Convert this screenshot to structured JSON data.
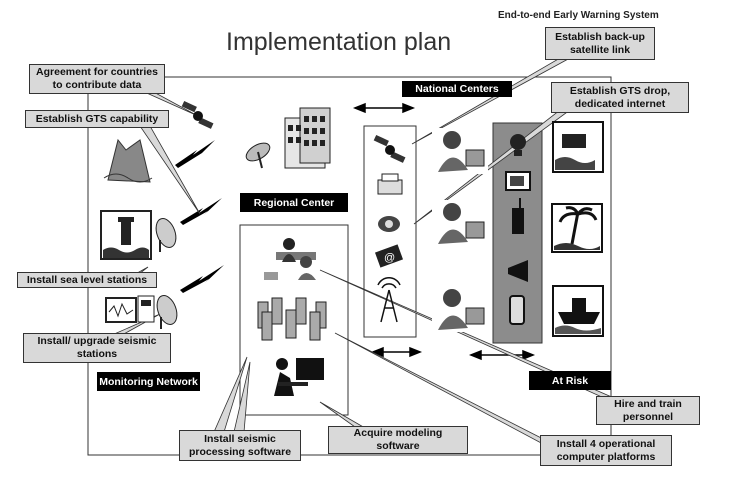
{
  "header": {
    "system_label": "End-to-end Early Warning System",
    "title": "Implementation plan"
  },
  "labels": {
    "national_centers": "National Centers",
    "regional_center": "Regional Center",
    "monitoring_network": "Monitoring Network",
    "at_risk": "At Risk"
  },
  "callouts": {
    "agreement": "Agreement for countries to contribute data",
    "gts_capability": "Establish GTS capability",
    "backup_satellite": "Establish back-up satellite link",
    "gts_drop": "Establish GTS drop, dedicated internet",
    "sea_level": "Install sea level stations",
    "seismic_stations": "Install/ upgrade seismic stations",
    "seismic_software": "Install seismic processing software",
    "modeling_software": "Acquire modeling software",
    "computer_platforms": "Install 4 operational computer platforms",
    "hire_train": "Hire and train personnel"
  },
  "colors": {
    "callout_fill": "#d9d9d9",
    "label_fill": "#000000",
    "column_gray": "#8c8c8c"
  }
}
